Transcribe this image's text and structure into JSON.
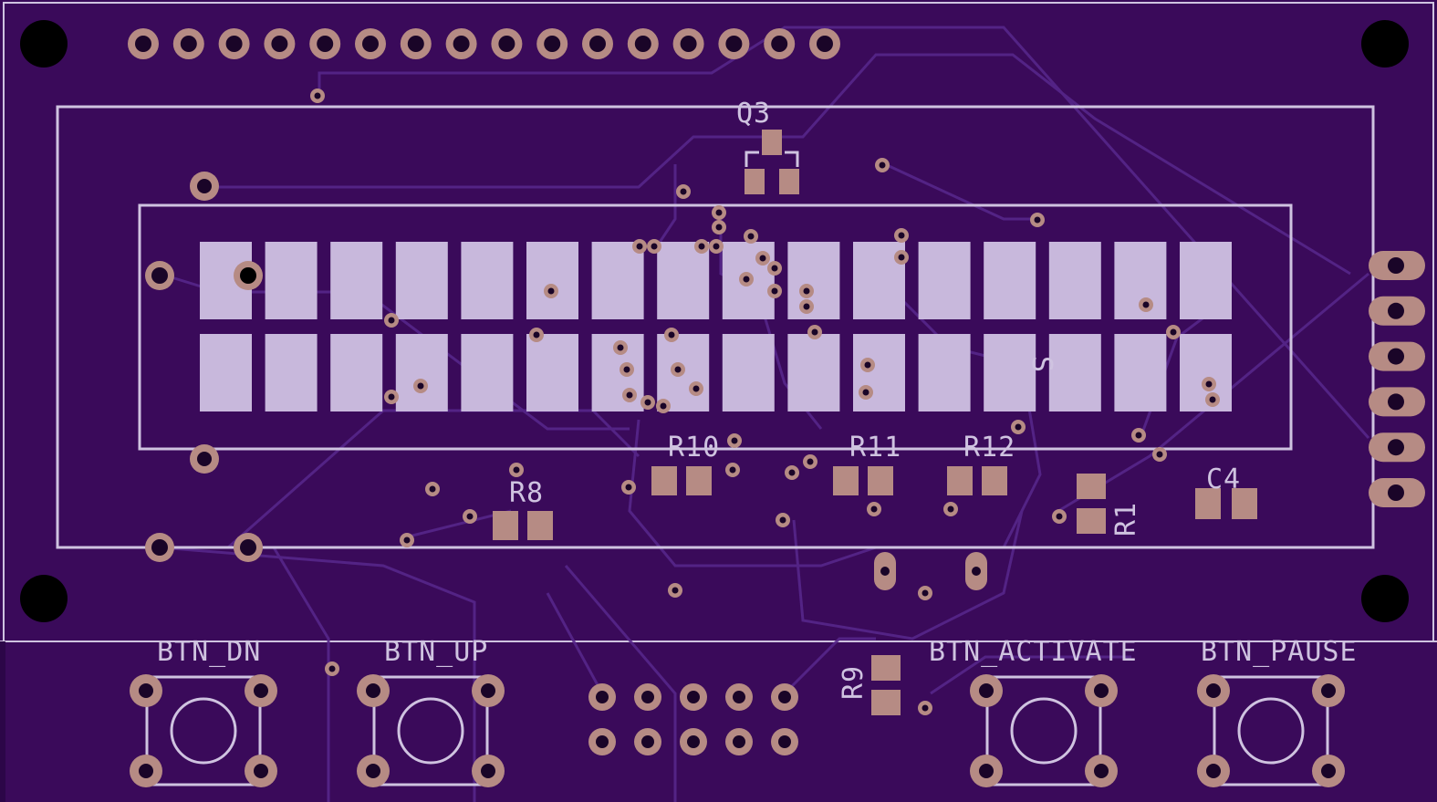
{
  "board": {
    "colors": {
      "substrate": "#3a0a5a",
      "panel_edge": "#2c0648",
      "trace": "#56268a",
      "silk": "#cfc3e0",
      "pad": "#b68b84",
      "pad_hole": "#1a0528",
      "segment": "#c8b8dc",
      "mount_hole": "#000000"
    }
  },
  "labels": {
    "q3": "Q3",
    "r10": "R10",
    "r11": "R11",
    "r12": "R12",
    "r8": "R8",
    "c4": "C4",
    "r1": "R1",
    "r9": "R9",
    "btn_dn": "BTN_DN",
    "btn_up": "BTN_UP",
    "btn_activate": "BTN_ACTIVATE",
    "btn_pause": "BTN_PAUSE",
    "s_mark": "S"
  }
}
